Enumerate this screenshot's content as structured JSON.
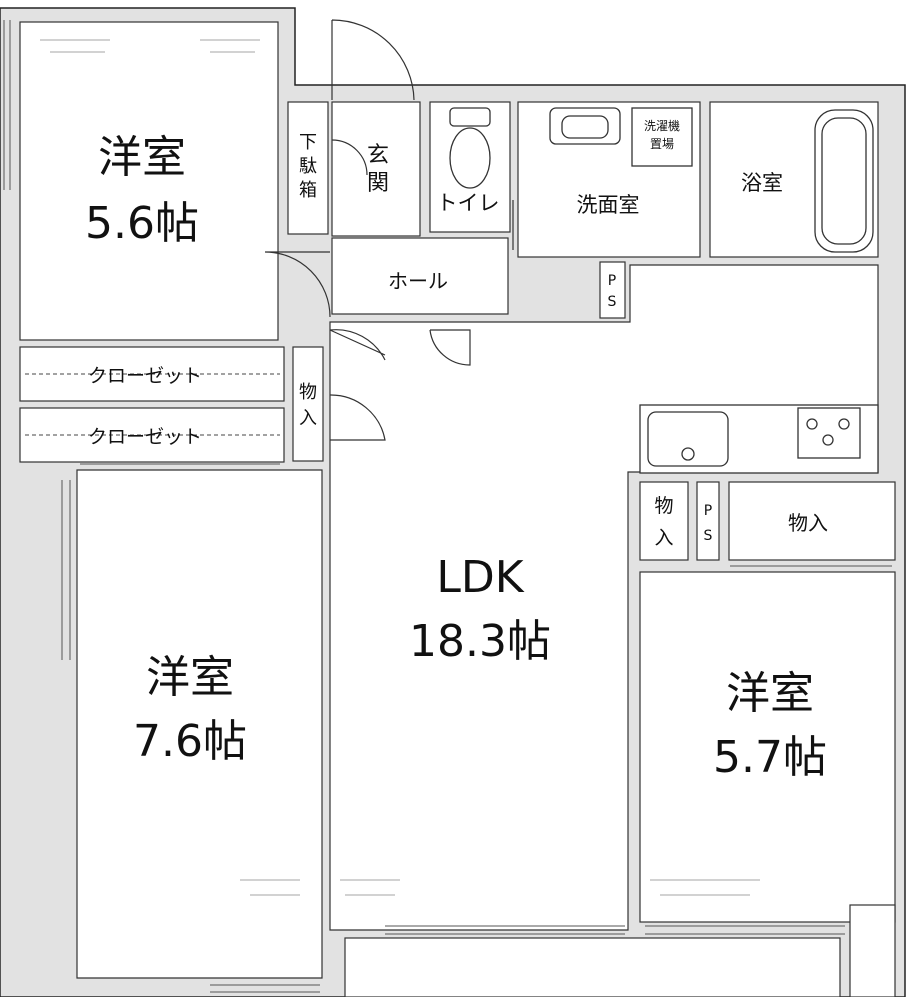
{
  "rooms": {
    "western1": {
      "name": "洋室",
      "size": "5.6帖"
    },
    "western2": {
      "name": "洋室",
      "size": "7.6帖"
    },
    "western3": {
      "name": "洋室",
      "size": "5.7帖"
    },
    "ldk": {
      "name": "LDK",
      "size": "18.3帖"
    },
    "entrance": {
      "line1": "玄",
      "line2": "関"
    },
    "shoe_box": {
      "line1": "下",
      "line2": "駄",
      "line3": "箱"
    },
    "toilet": "トイレ",
    "washroom": "洗面室",
    "laundry": {
      "line1": "洗濯機",
      "line2": "置場"
    },
    "bath": "浴室",
    "hall": "ホール",
    "closet_upper": "クローゼット",
    "closet_lower": "クローゼット",
    "storage_hall": {
      "line1": "物",
      "line2": "入"
    },
    "storage_kitchen": {
      "line1": "物",
      "line2": "入"
    },
    "storage_right": "物入",
    "ps_upper": {
      "line1": "P",
      "line2": "S"
    },
    "ps_lower": {
      "line1": "P",
      "line2": "S"
    }
  },
  "colors": {
    "wall": "#e2e2e2",
    "line": "#222222",
    "background": "#ffffff"
  }
}
